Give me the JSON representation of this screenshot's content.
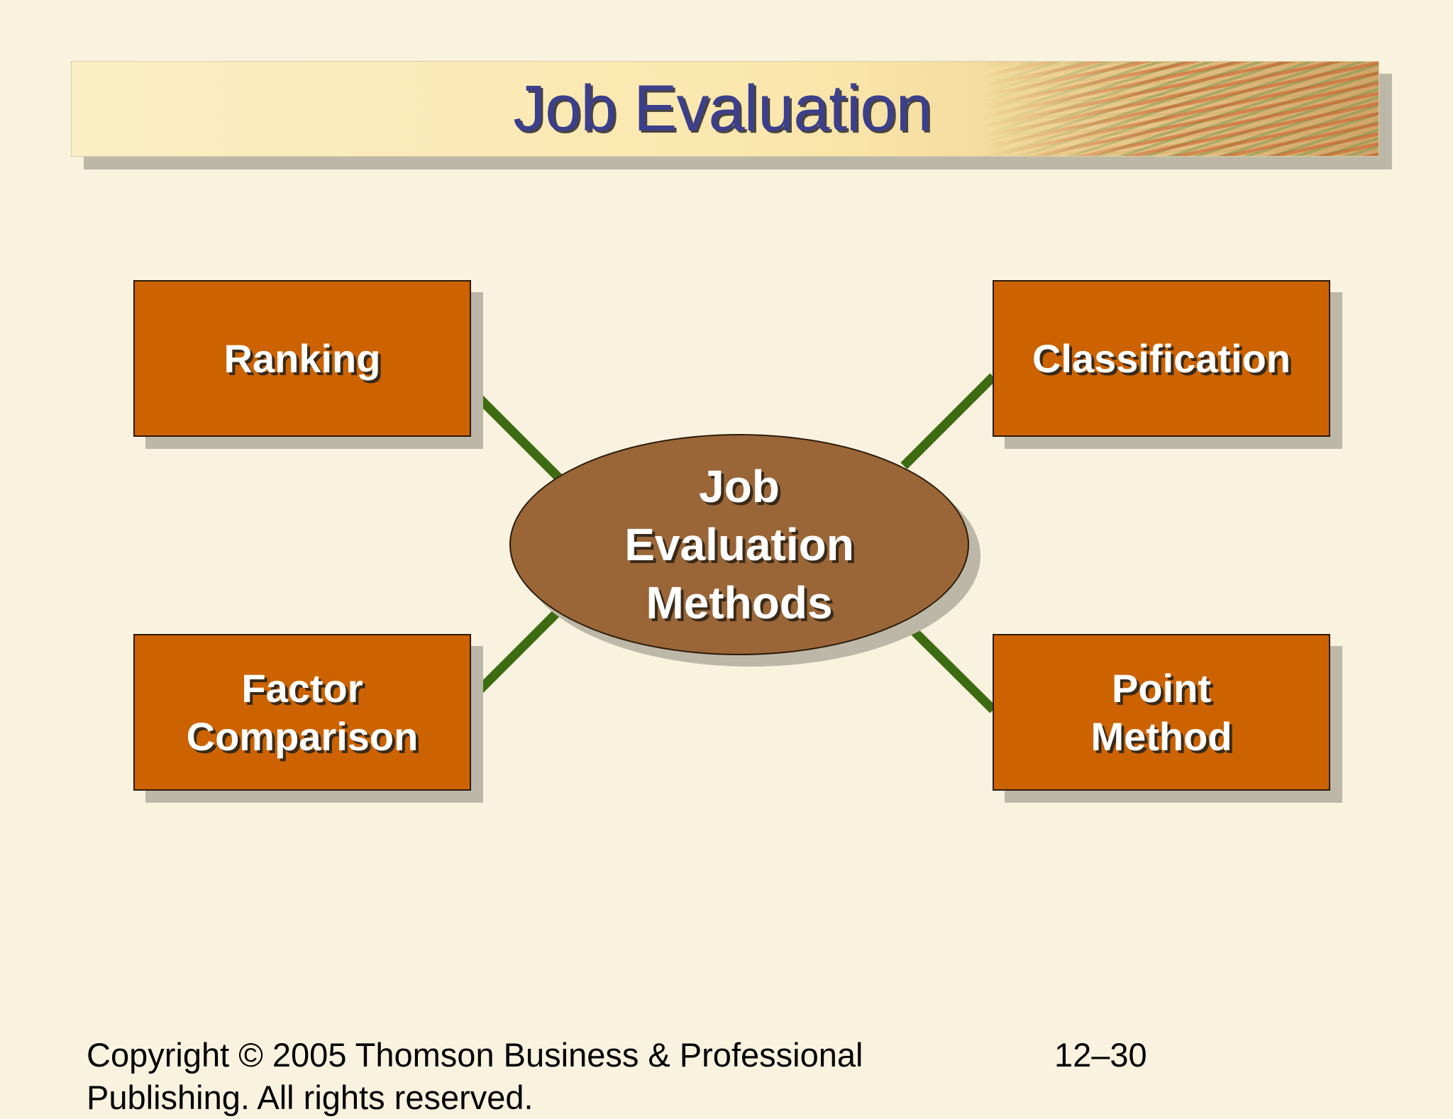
{
  "title": "Job Evaluation",
  "diagram": {
    "center": "Job\nEvaluation\nMethods",
    "methods": {
      "top_left": "Ranking",
      "top_right": "Classification",
      "bottom_left": "Factor\nComparison",
      "bottom_right": "Point\nMethod"
    },
    "colors": {
      "box": "#cc6300",
      "ellipse": "#9a6638",
      "connector": "#3d6b12"
    }
  },
  "footer": {
    "copyright": "Copyright © 2005 Thomson Business & Professional Publishing. All rights reserved.",
    "slide_number": "12–30"
  }
}
